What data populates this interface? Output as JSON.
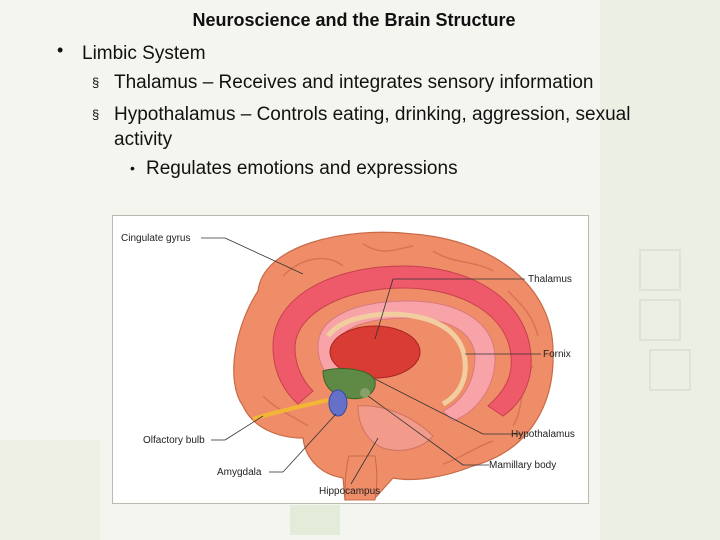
{
  "slide": {
    "title": "Neuroscience and the Brain Structure",
    "bullet1": "Limbic System",
    "sub1": "Thalamus – Receives and integrates sensory information",
    "sub2_line1": "Hypothalamus – Controls eating, drinking, aggression, sexual",
    "sub2_line2": "activity",
    "subsub1": "Regulates emotions and expressions"
  },
  "figure": {
    "labels": {
      "cingulate_gyrus": "Cingulate gyrus",
      "thalamus": "Thalamus",
      "fornix": "Fornix",
      "olfactory_bulb": "Olfactory bulb",
      "hypothalamus": "Hypothalamus",
      "amygdala": "Amygdala",
      "mamillary_body": "Mamillary body",
      "hippocampus": "Hippocampus"
    }
  },
  "colors": {
    "brain": "#ef8d68",
    "cingulate": "#ef5a6a",
    "thalamus": "#d93b35",
    "hypothalamus": "#5e8a45",
    "amygdala": "#6570c8",
    "olfactory": "#f3b536"
  }
}
